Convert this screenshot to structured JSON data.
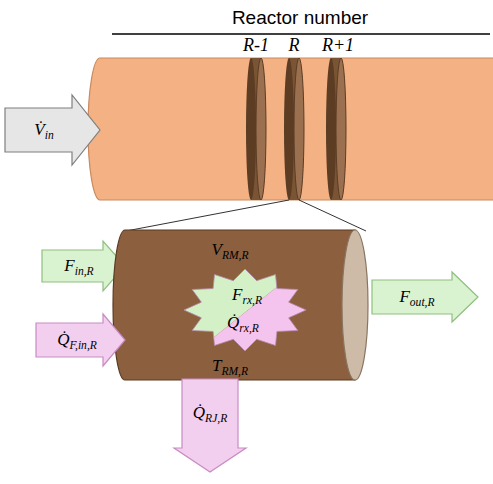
{
  "diagram": {
    "nodes": [
      {
        "text": [
          "V̇in"
        ]
      },
      {
        "text": [
          "Fin,R"
        ]
      },
      {
        "text": [
          "VRM,R",
          "TRM,R"
        ]
      },
      {
        "text": [
          "Frx,R",
          "Q̇rx,R"
        ],
        "in": 2
      },
      {
        "text": [
          "Q̇F,in,R"
        ]
      },
      {
        "text": [
          "Fout,R"
        ]
      },
      {
        "text": [
          "Q̇RJ,R"
        ]
      }
    ],
    "labels": [
      "Reactor number",
      "R-1",
      "R",
      "R+1"
    ]
  }
}
